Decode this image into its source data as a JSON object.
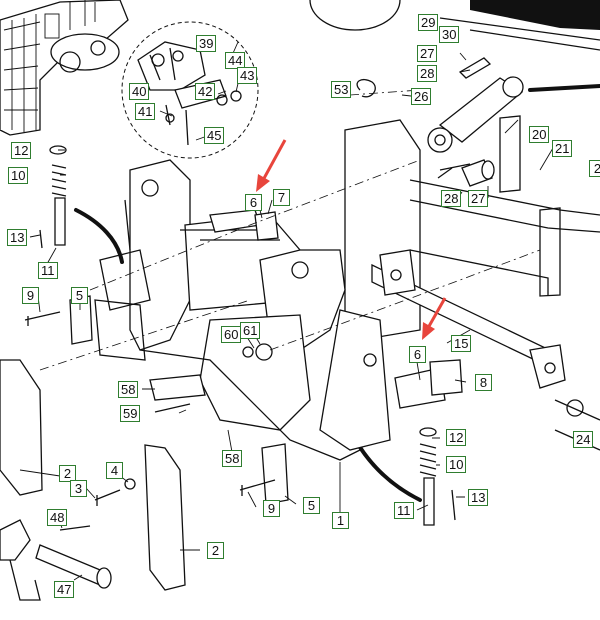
{
  "callouts": {
    "c29": "29",
    "c30": "30",
    "c27a": "27",
    "c28a": "28",
    "c53": "53",
    "c26": "26",
    "c20": "20",
    "c21": "21",
    "c28b": "28",
    "c27b": "27",
    "c39": "39",
    "c44": "44",
    "c43": "43",
    "c40": "40",
    "c42": "42",
    "c41": "41",
    "c45": "45",
    "c12a": "12",
    "c10a": "10",
    "c13a": "13",
    "c11a": "11",
    "c9a": "9",
    "c5a": "5",
    "c6a": "6",
    "c7": "7",
    "c60": "60",
    "c61": "61",
    "c58a": "58",
    "c59": "59",
    "c58b": "58",
    "c2a": "2",
    "c4": "4",
    "c3": "3",
    "c48": "48",
    "c47": "47",
    "c2b": "2",
    "c9b": "9",
    "c5b": "5",
    "c1": "1",
    "c6b": "6",
    "c8": "8",
    "c15": "15",
    "c12b": "12",
    "c10b": "10",
    "c11b": "11",
    "c13b": "13",
    "c24": "24",
    "c2c": "2"
  },
  "colors": {
    "callout_border": "#2f7d2f",
    "arrow": "#e8453c",
    "line": "#111111"
  },
  "icons": {
    "pointer": "red-arrow-icon"
  }
}
